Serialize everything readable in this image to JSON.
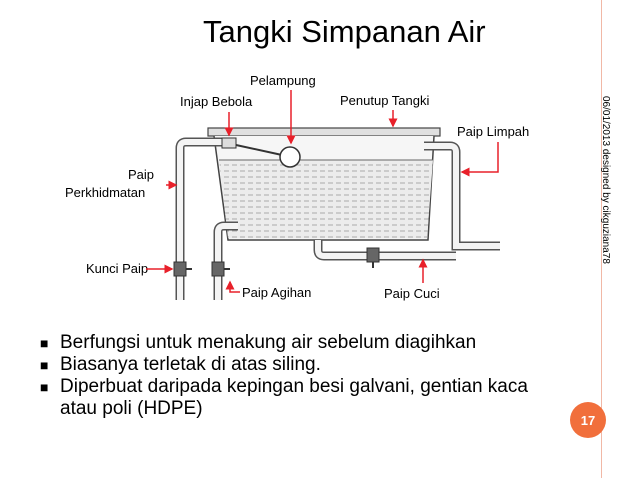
{
  "title": "Tangki Simpanan Air",
  "side_text": "06/01/2013   designed by cikguziana78",
  "diagram": {
    "labels": {
      "pelampung": "Pelampung",
      "injap_bebola": "Injap Bebola",
      "penutup_tangki": "Penutup Tangki",
      "paip_limpah": "Paip Limpah",
      "paip_perkhidmatan_1": "Paip",
      "paip_perkhidmatan_2": "Perkhidmatan",
      "kunci_paip": "Kunci Paip",
      "paip_agihan": "Paip Agihan",
      "paip_cuci": "Paip Cuci"
    },
    "colors": {
      "arrow": "#e8202a",
      "pipe": "#555555",
      "water": "#d8d8d8"
    }
  },
  "bullets": [
    "Berfungsi untuk menakung air sebelum diagihkan",
    "Biasanya terletak di atas siling.",
    "Diperbuat daripada kepingan besi galvani, gentian kaca",
    "atau poli (HDPE)"
  ],
  "bullet_mark": "■",
  "page_number": "17",
  "accent_color": "#f16f3c"
}
